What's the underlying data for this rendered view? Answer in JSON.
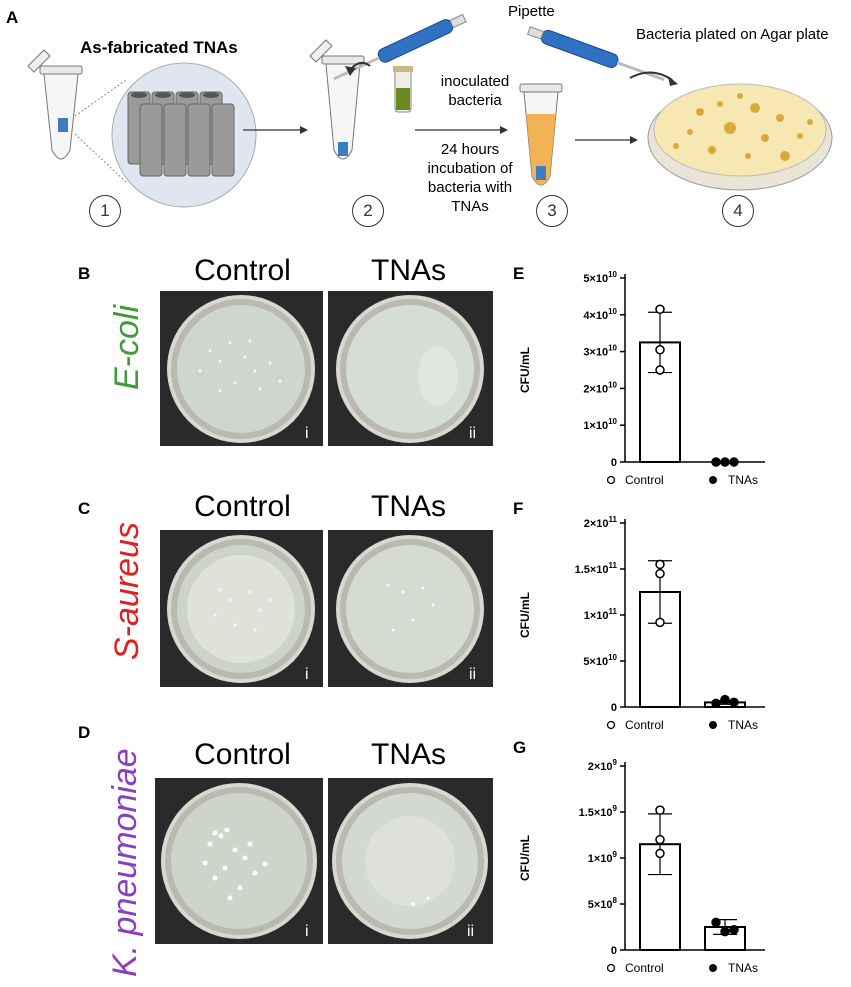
{
  "panel_a": {
    "letter": "A",
    "tnas_label": "As-fabricated TNAs",
    "pipette_label": "Pipette",
    "inoculated_label": "inoculated bacteria",
    "incubation_label": "24 hours incubation of bacteria with TNAs",
    "agar_label": "Bacteria plated on Agar plate",
    "steps": [
      "1",
      "2",
      "3",
      "4"
    ]
  },
  "photo_panels": [
    {
      "letter": "B",
      "species": "E-coli",
      "species_color": "#3f9a37",
      "control_label": "Control",
      "tnas_label": "TNAs",
      "roman_i": "i",
      "roman_ii": "ii"
    },
    {
      "letter": "C",
      "species": "S-aureus",
      "species_color": "#e02020",
      "control_label": "Control",
      "tnas_label": "TNAs",
      "roman_i": "i",
      "roman_ii": "ii"
    },
    {
      "letter": "D",
      "species": "K. pneumoniae",
      "species_color": "#8a3fc0",
      "control_label": "Control",
      "tnas_label": "TNAs",
      "roman_i": "i",
      "roman_ii": "ii"
    }
  ],
  "chart_data": [
    {
      "panel": "E",
      "type": "bar",
      "ylabel": "CFU/mL",
      "ylim": [
        0,
        50000000000.0
      ],
      "yticks": [
        0,
        10000000000.0,
        20000000000.0,
        30000000000.0,
        40000000000.0,
        50000000000.0
      ],
      "ytick_labels": [
        "0",
        "1×10^10",
        "2×10^10",
        "3×10^10",
        "4×10^10",
        "5×10^10"
      ],
      "categories": [
        "Control",
        "TNAs"
      ],
      "values": [
        32500000000.0,
        0
      ],
      "errors": [
        8200000000.0,
        0
      ],
      "points": [
        [
          41500000000.0,
          30500000000.0,
          25000000000.0
        ],
        [
          0,
          0,
          0
        ]
      ],
      "legend": [
        "Control",
        "TNAs"
      ]
    },
    {
      "panel": "F",
      "type": "bar",
      "ylabel": "CFU/mL",
      "ylim": [
        0,
        200000000000.0
      ],
      "yticks": [
        0,
        50000000000.0,
        100000000000.0,
        150000000000.0,
        200000000000.0
      ],
      "ytick_labels": [
        "0",
        "5×10^10",
        "1×10^11",
        "1.5×10^11",
        "2×10^11"
      ],
      "categories": [
        "Control",
        "TNAs"
      ],
      "values": [
        125000000000.0,
        5000000000.0
      ],
      "errors": [
        34000000000.0,
        2000000000.0
      ],
      "points": [
        [
          155000000000.0,
          145000000000.0,
          92000000000.0
        ],
        [
          4000000000.0,
          8000000000.0,
          5000000000.0
        ]
      ],
      "legend": [
        "Control",
        "TNAs"
      ]
    },
    {
      "panel": "G",
      "type": "bar",
      "ylabel": "CFU/mL",
      "ylim": [
        0,
        2000000000.0
      ],
      "yticks": [
        0,
        500000000.0,
        1000000000.0,
        1500000000.0,
        2000000000.0
      ],
      "ytick_labels": [
        "0",
        "5×10^8",
        "1×10^9",
        "1.5×10^9",
        "2×10^9"
      ],
      "categories": [
        "Control",
        "TNAs"
      ],
      "values": [
        1150000000.0,
        250000000.0
      ],
      "errors": [
        330000000.0,
        80000000.0
      ],
      "points": [
        [
          1520000000.0,
          1200000000.0,
          1050000000.0
        ],
        [
          300000000.0,
          200000000.0,
          220000000.0
        ]
      ],
      "legend": [
        "Control",
        "TNAs"
      ]
    }
  ]
}
